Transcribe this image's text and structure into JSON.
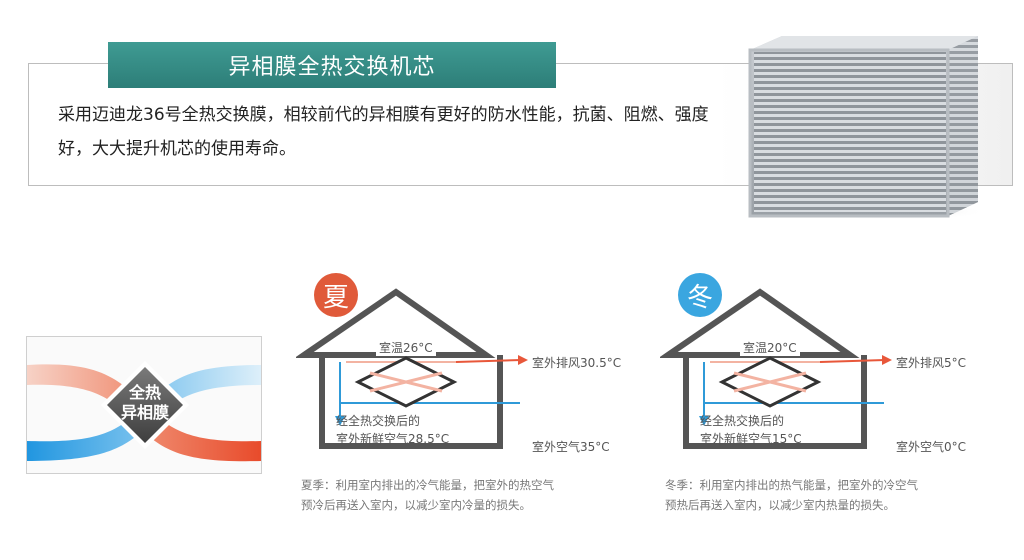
{
  "title": "异相膜全热交换机芯",
  "description": "采用迈迪龙36号全热交换膜，相较前代的异相膜有更好的防水性能，抗菌、阻燃、强度好，大大提升机芯的使用寿命。",
  "membrane_label_line1": "全热",
  "membrane_label_line2": "异相膜",
  "summer": {
    "badge": "夏",
    "room_temp": "室温26°C",
    "exhaust": "室外排风30.5°C",
    "fresh_line1": "经全热交换后的",
    "fresh_line2": "室外新鲜空气28.5°C",
    "outdoor": "室外空气35°C",
    "caption_line1": "夏季：利用室内排出的冷气能量，把室外的热空气",
    "caption_line2": "预冷后再送入室内，以减少室内冷量的损失。"
  },
  "winter": {
    "badge": "冬",
    "room_temp": "室温20°C",
    "exhaust": "室外排风5°C",
    "fresh_line1": "经全热交换后的",
    "fresh_line2": "室外新鲜空气15°C",
    "outdoor": "室外空气0°C",
    "caption_line1": "冬季：利用室内排出的热气能量，把室外的冷空气",
    "caption_line2": "预热后再送入室内，以减少室内热量的损失。"
  },
  "colors": {
    "teal": "#2f8a83",
    "hot": "#e8573a",
    "cold": "#2f9ad8",
    "summer_badge": "#e05a3a",
    "winter_badge": "#3aa6e0",
    "house_outline": "#555555"
  }
}
